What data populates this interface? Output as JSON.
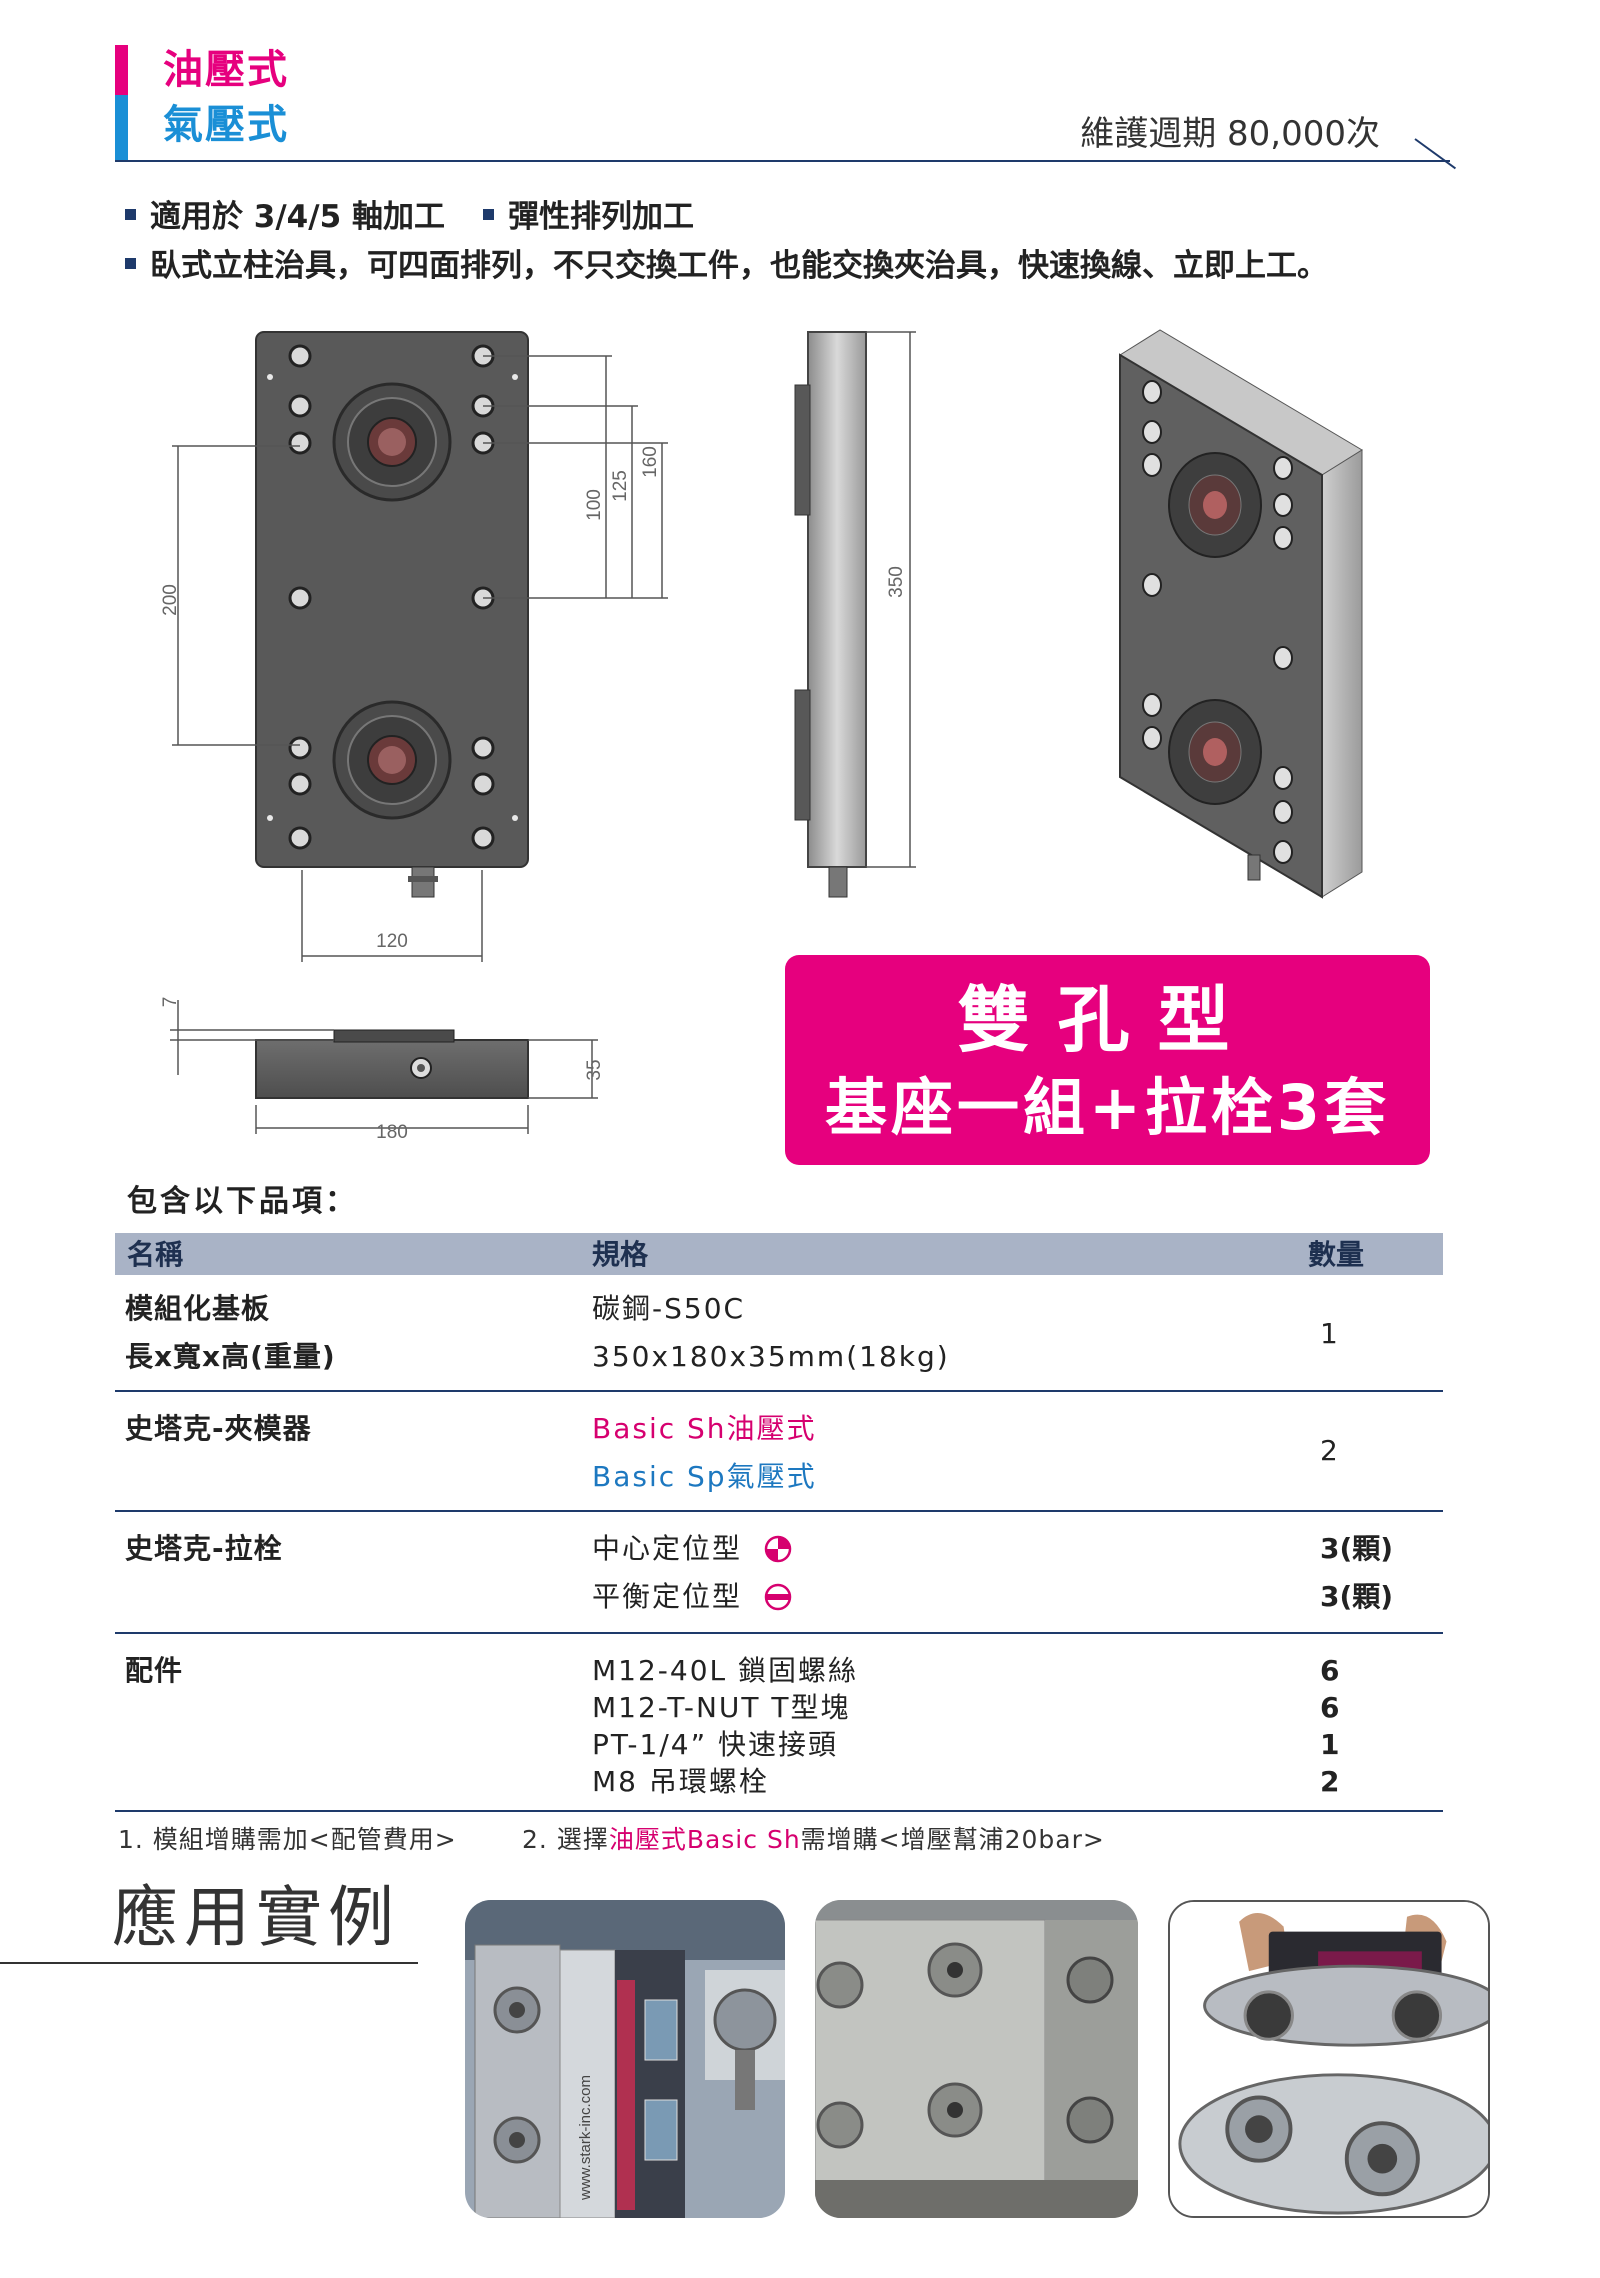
{
  "header": {
    "type_hydraulic": "油壓式",
    "type_pneumatic": "氣壓式",
    "maintenance": "維護週期 80,000次"
  },
  "features": {
    "line1_a": "適用於 3/4/5 軸加工",
    "line1_b": "彈性排列加工",
    "line2": "臥式立柱治具，可四面排列，不只交換工件，也能交換夾治具，快速換線、立即上工。"
  },
  "drawing": {
    "dim_200": "200",
    "dim_100": "100",
    "dim_125": "125",
    "dim_160": "160",
    "dim_120": "120",
    "dim_350": "350",
    "dim_7": "7",
    "dim_35": "35",
    "dim_180": "180"
  },
  "badge": {
    "line1": "雙孔型",
    "line2": "基座一組+拉栓3套"
  },
  "included": {
    "title": "包含以下品項：",
    "columns": [
      "名稱",
      "規格",
      "數量"
    ],
    "rows": [
      {
        "name": [
          "模組化基板",
          "長x寬x高(重量)"
        ],
        "spec": [
          "碳鋼-S50C",
          "350x180x35mm(18kg)"
        ],
        "qty": [
          "1"
        ]
      },
      {
        "name": [
          "史塔克-夾模器"
        ],
        "spec": [
          "Basic Sh油壓式",
          "Basic Sp氣壓式"
        ],
        "qty": [
          "2"
        ]
      },
      {
        "name": [
          "史塔克-拉栓"
        ],
        "spec": [
          "中心定位型",
          "平衡定位型"
        ],
        "qty": [
          "3(顆)",
          "3(顆)"
        ]
      },
      {
        "name": [
          "配件"
        ],
        "spec": [
          "M12-40L  鎖固螺絲",
          "M12-T-NUT  T型塊",
          "PT-1/4”  快速接頭",
          "M8    吊環螺栓"
        ],
        "qty": [
          "6",
          "6",
          "1",
          "2"
        ]
      }
    ]
  },
  "notes": {
    "note1": "1. 模組增購需加<配管費用>",
    "note2_prefix": "2. 選擇",
    "note2_highlight": "油壓式Basic Sh",
    "note2_suffix": "需增購<增壓幫浦20bar>"
  },
  "applications": {
    "title": "應用實例",
    "photo1_text": "www.stark-inc.com"
  },
  "colors": {
    "pink": "#e6007e",
    "blue": "#1a8fd6",
    "navy": "#1e3a6b"
  }
}
